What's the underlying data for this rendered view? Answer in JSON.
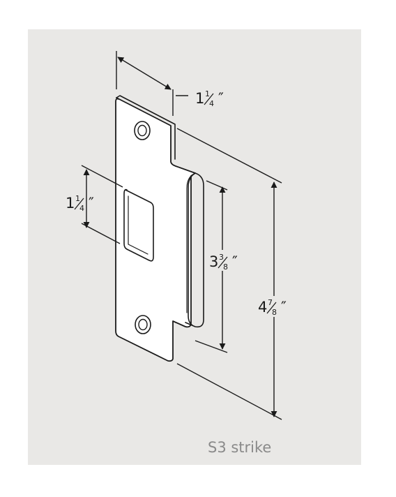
{
  "figure": {
    "caption": "S3 strike",
    "dimensions": {
      "width": {
        "whole": "1",
        "num": "1",
        "den": "4",
        "unit": "″"
      },
      "opening": {
        "whole": "1",
        "num": "1",
        "den": "4",
        "unit": "″"
      },
      "lip": {
        "whole": "3",
        "num": "3",
        "den": "8",
        "unit": "″"
      },
      "height": {
        "whole": "4",
        "num": "7",
        "den": "8",
        "unit": "″"
      }
    }
  },
  "colors": {
    "panel_background": "#e9e8e6",
    "line": "#1a1a1a",
    "caption": "#8a8a8a"
  }
}
